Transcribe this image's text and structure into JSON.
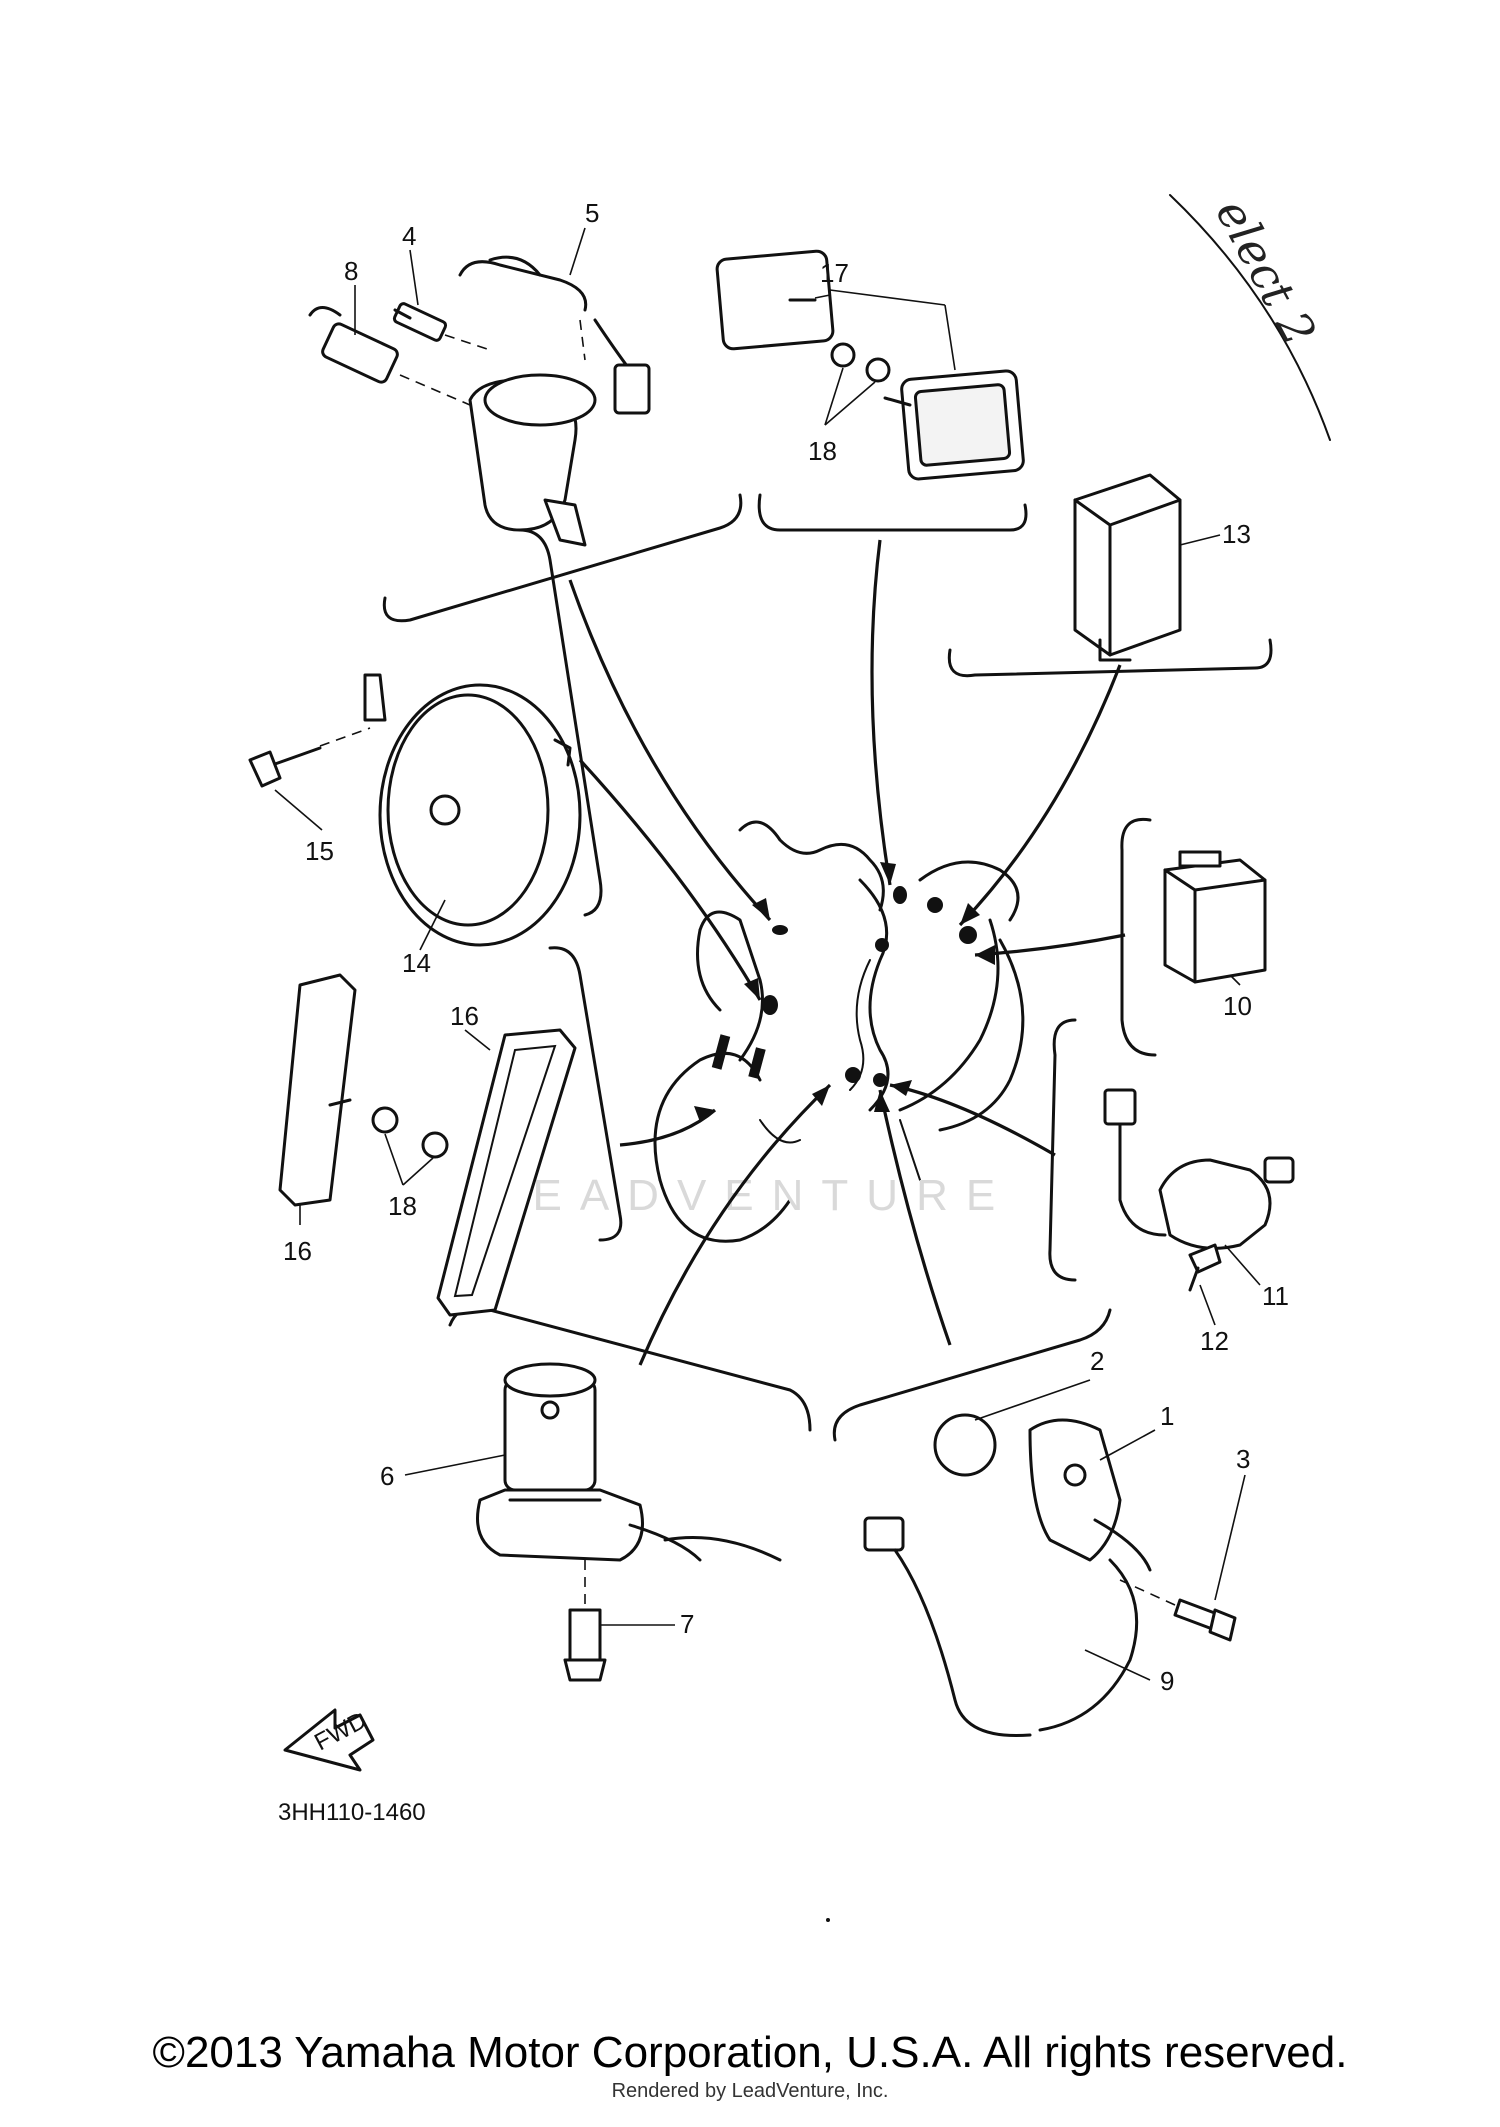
{
  "diagram_code": "3HH110-1460",
  "direction_label": "FWD",
  "handwritten_note": "elect 2",
  "watermark": "LEADVENTURE",
  "copyright": "©2013 Yamaha Motor Corporation, U.S.A. All rights reserved.",
  "rendered_by": "Rendered by LeadVenture, Inc.",
  "callouts": {
    "c1": "1",
    "c2": "2",
    "c3": "3",
    "c4": "4",
    "c5": "5",
    "c6": "6",
    "c7": "7",
    "c8": "8",
    "c9": "9",
    "c10": "10",
    "c11": "11",
    "c12": "12",
    "c13": "13",
    "c14": "14",
    "c15": "15",
    "c16a": "16",
    "c16b": "16",
    "c17": "17",
    "c18a": "18",
    "c18b": "18"
  }
}
